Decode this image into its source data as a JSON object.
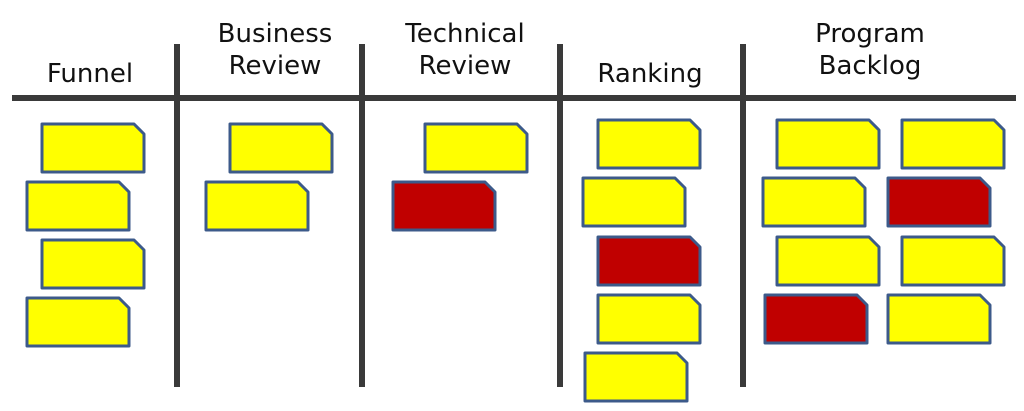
{
  "colors": {
    "idea": "#ffff00",
    "blocked": "#c00000",
    "card_border": "#3c5a8a",
    "line": "#3a3a3a"
  },
  "columns": [
    {
      "title": "Funnel",
      "cards": [
        "idea",
        "idea",
        "idea",
        "idea"
      ]
    },
    {
      "title": "Business\nReview",
      "cards": [
        "idea",
        "idea"
      ]
    },
    {
      "title": "Technical\nReview",
      "cards": [
        "idea",
        "blocked"
      ]
    },
    {
      "title": "Ranking",
      "cards": [
        "idea",
        "idea",
        "blocked",
        "idea",
        "idea"
      ]
    },
    {
      "title": "Program\nBacklog",
      "cards": [
        "idea",
        "idea",
        "idea",
        "blocked",
        "idea",
        "idea",
        "blocked",
        "idea"
      ]
    }
  ]
}
